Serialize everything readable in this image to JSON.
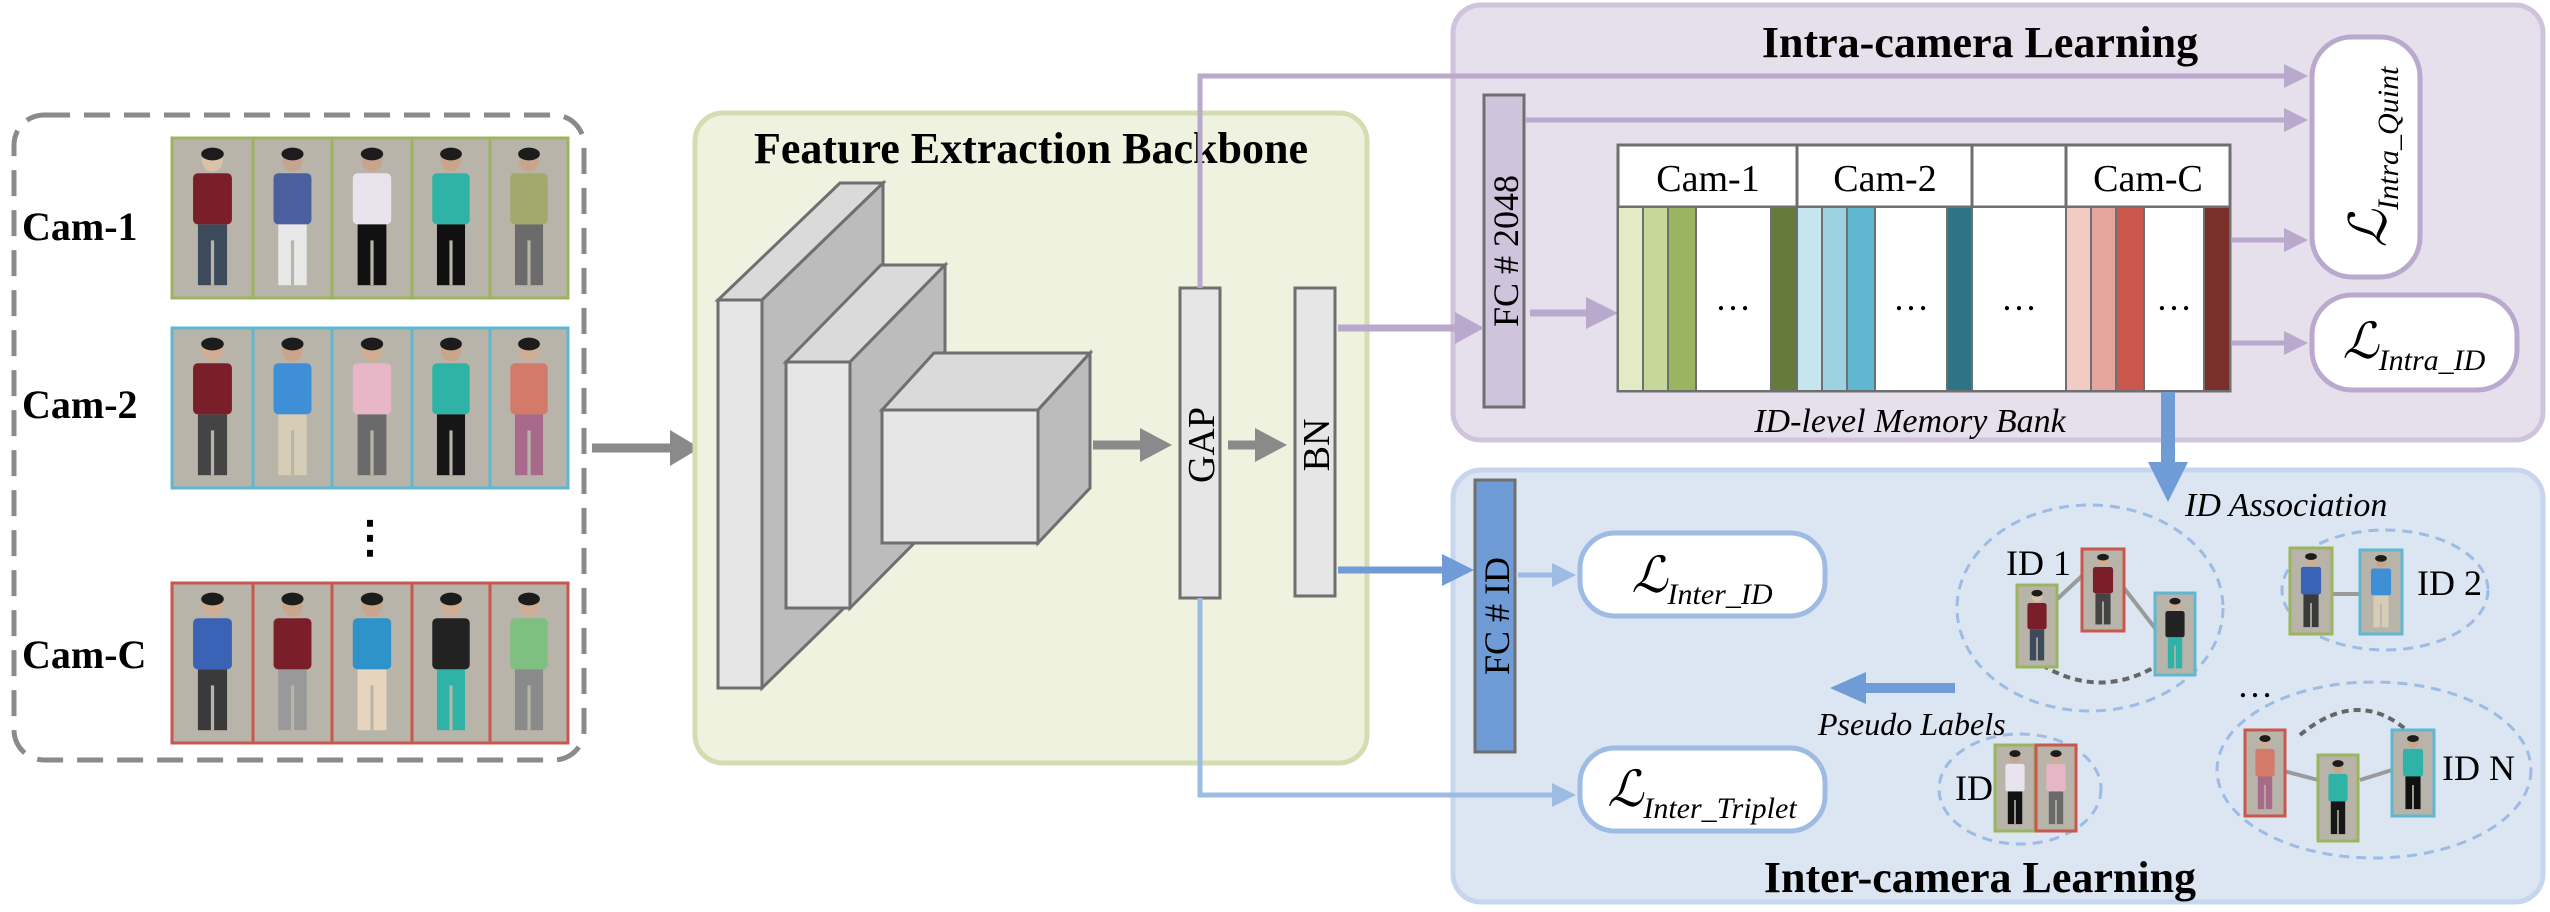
{
  "cameras": [
    {
      "label": "Cam-1",
      "color": "#9bb460"
    },
    {
      "label": "Cam-2",
      "color": "#5fb7d0"
    },
    {
      "label": "Cam-C",
      "color": "#c9574c"
    }
  ],
  "cam_ellipsis": "⋮",
  "backbone": {
    "title": "Feature Extraction Backbone",
    "gap_label": "GAP",
    "bn_label": "BN"
  },
  "intra": {
    "title": "Intra-camera Learning",
    "fc_label": "FC # 2048",
    "memory_bank_label": "ID-level Memory Bank",
    "bank_headers": [
      "Cam-1",
      "Cam-2",
      "Cam-C"
    ],
    "ellipsis": "…",
    "loss_quint": {
      "symbol": "ℒ",
      "sub": "Intra_Quint"
    },
    "loss_id": {
      "symbol": "ℒ",
      "sub": "Intra_ID"
    }
  },
  "inter": {
    "title": "Inter-camera Learning",
    "fc_label": "FC # ID",
    "loss_id": {
      "symbol": "ℒ",
      "sub": "Inter_ID"
    },
    "loss_triplet": {
      "symbol": "ℒ",
      "sub": "Inter_Triplet"
    },
    "association_label": "ID Association",
    "pseudo_label": "Pseudo Labels",
    "ids": [
      "ID 1",
      "ID 2",
      "ID 3",
      "ID N"
    ],
    "ellipsis": "…"
  },
  "colors": {
    "cam1": "#9bb460",
    "cam2": "#5fb7d0",
    "camc": "#c9574c",
    "intra_bg": "#e6e0ec",
    "intra_border": "#b9a9cc",
    "inter_bg": "#dce6f3",
    "inter_border": "#a9c3e3",
    "backbone_bg": "#eef2df",
    "backbone_border": "#d4ddb2",
    "arrow_gray": "#8a8a8a",
    "arrow_purple": "#b9a9cc",
    "arrow_blue": "#6f9bd6"
  }
}
